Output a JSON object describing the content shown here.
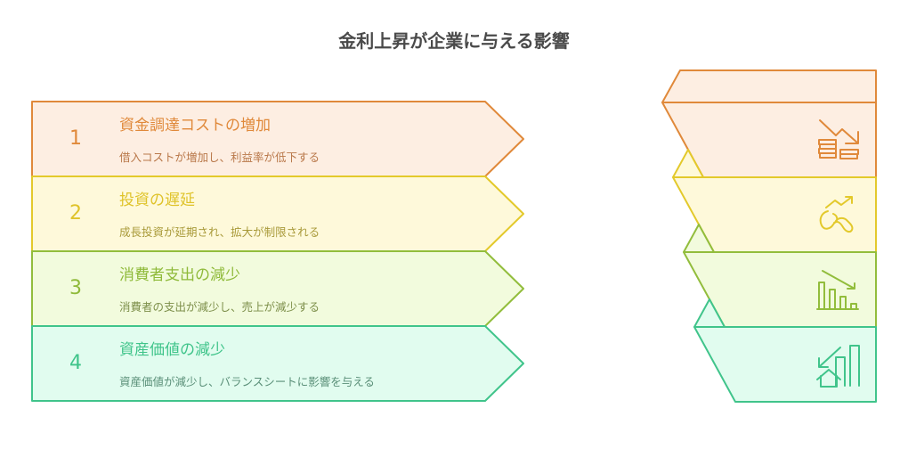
{
  "title": "金利上昇が企業に与える影響",
  "items": [
    {
      "number": "1",
      "heading": "資金調達コストの増加",
      "description": "借入コストが増加し、利益率が低下する",
      "icon": "falling-coins-icon",
      "stroke": "#e0893a",
      "fill": "#fdeee2",
      "text": "#e0893a",
      "desc_color": "#b9784a"
    },
    {
      "number": "2",
      "heading": "投資の遅延",
      "description": "成長投資が延期され、拡大が制限される",
      "icon": "delayed-growth-icon",
      "stroke": "#e3c92b",
      "fill": "#fef9da",
      "text": "#dfc32a",
      "desc_color": "#a99a3a"
    },
    {
      "number": "3",
      "heading": "消費者支出の減少",
      "description": "消費者の支出が減少し、売上が減少する",
      "icon": "declining-bar-chart-icon",
      "stroke": "#92bd3c",
      "fill": "#f2fbdd",
      "text": "#8fba3a",
      "desc_color": "#7d8f4a"
    },
    {
      "number": "4",
      "heading": "資産価値の減少",
      "description": "資産価値が減少し、バランスシートに影響を与える",
      "icon": "declining-property-icon",
      "stroke": "#40c48b",
      "fill": "#e1fcef",
      "text": "#3fc48a",
      "desc_color": "#5a8f78"
    }
  ]
}
